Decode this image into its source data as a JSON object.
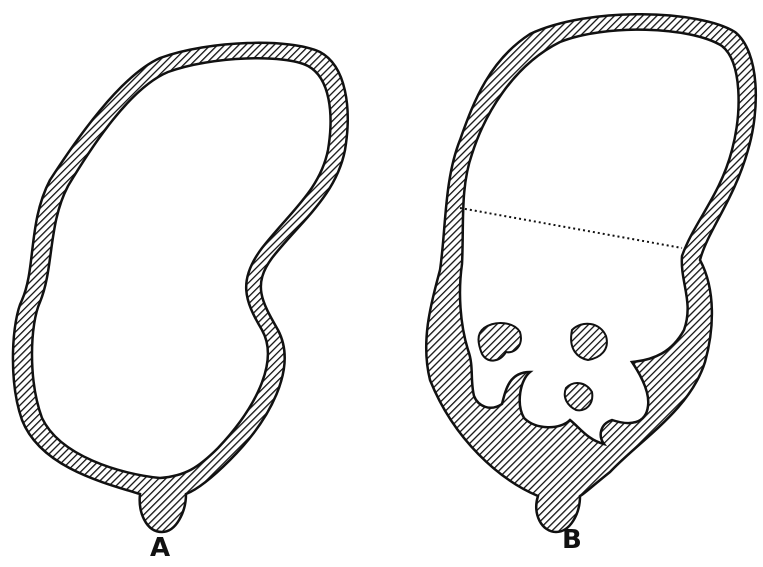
{
  "figure": {
    "panels": [
      {
        "id": "A",
        "label": "A"
      },
      {
        "id": "B",
        "label": "B"
      }
    ],
    "colors": {
      "ink": "#111111",
      "background": "#ffffff"
    }
  }
}
